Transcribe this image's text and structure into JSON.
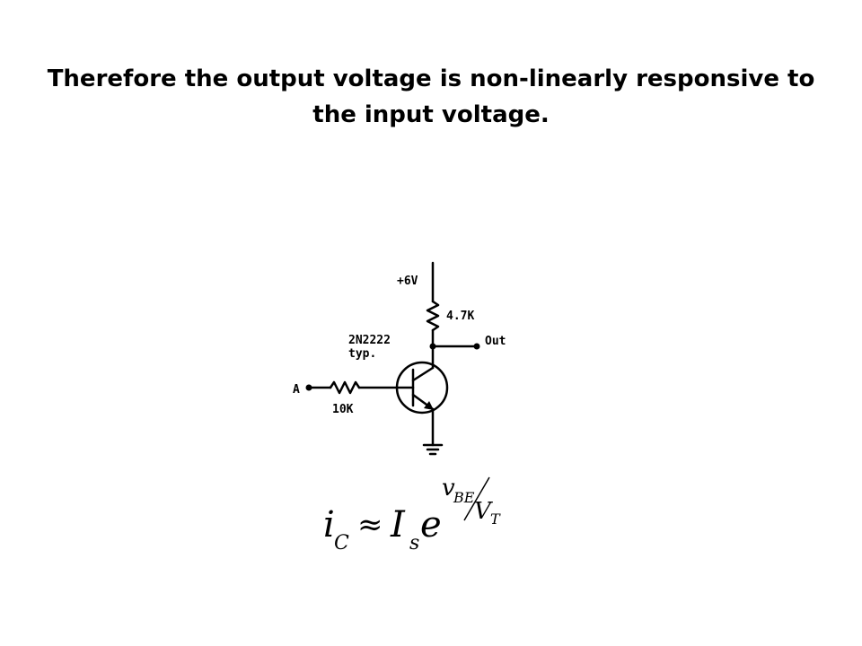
{
  "title": {
    "line1": "Therefore the output voltage is non-linearly responsive to",
    "line2": "the input voltage."
  },
  "circuit": {
    "supply": "+6V",
    "collector_resistor": "4.7K",
    "output": "Out",
    "transistor": "2N2222",
    "transistor_note": "typ.",
    "input": "A",
    "base_resistor": "10K"
  },
  "equation": {
    "lhs_var": "i",
    "lhs_sub": "C",
    "approx": "≈",
    "coef": "I",
    "coef_sub": "s",
    "base": "e",
    "exp_num_var": "v",
    "exp_num_sub": "BE",
    "exp_den_var": "V",
    "exp_den_sub": "T"
  }
}
